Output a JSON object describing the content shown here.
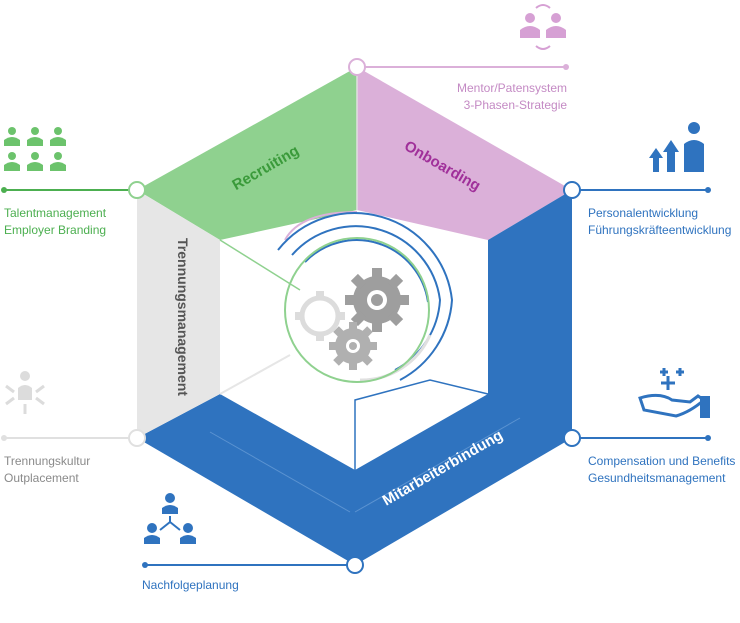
{
  "segments": {
    "recruiting": {
      "label": "Recruiting",
      "color": "#8fd18f",
      "text_color": "#3a9a3a"
    },
    "onboarding": {
      "label": "Onboarding",
      "color": "#dbb0d9",
      "text_color": "#a0309a"
    },
    "mitarbeiterbindung": {
      "label": "Mitarbeiterbindung",
      "color": "#2f73bf",
      "text_color": "#ffffff"
    },
    "trennungsmanagement": {
      "label": "Trennungsmanagement",
      "color": "#e6e6e6",
      "text_color": "#555555"
    }
  },
  "annotations": {
    "mentor": {
      "line1": "Mentor/Patensystem",
      "line2": "3-Phasen-Strategie",
      "color": "#c48ac4",
      "icon": "mentor-pair-icon"
    },
    "talent": {
      "line1": "Talentmanagement",
      "line2": "Employer Branding",
      "color": "#4caf50",
      "icon": "people-group-icon"
    },
    "personal": {
      "line1": "Personalentwicklung",
      "line2": "Führungskräfteentwicklung",
      "color": "#2f73bf",
      "icon": "growth-arrows-person-icon"
    },
    "trennung": {
      "line1": "Trennungskultur",
      "line2": "Outplacement",
      "color": "#9e9e9e",
      "icon": "person-arrows-icon"
    },
    "compensation": {
      "line1": "Compensation und Benefits",
      "line2": "Gesundheitsmanagement",
      "color": "#2f73bf",
      "icon": "hand-plus-icon"
    },
    "nachfolge": {
      "line1": "Nachfolgeplanung",
      "color": "#2f73bf",
      "icon": "succession-tree-icon"
    }
  },
  "center_icon": "gears-icon"
}
